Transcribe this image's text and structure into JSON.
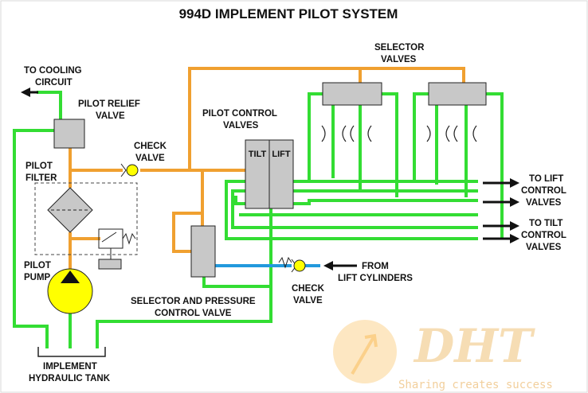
{
  "title": "994D IMPLEMENT PILOT SYSTEM",
  "labels": {
    "to_cooling": [
      "TO COOLING",
      "CIRCUIT"
    ],
    "pilot_relief": [
      "PILOT RELIEF",
      "VALVE"
    ],
    "check_valve_top": [
      "CHECK",
      "VALVE"
    ],
    "pilot_filter": [
      "PILOT",
      "FILTER"
    ],
    "pilot_pump": [
      "PILOT",
      "PUMP"
    ],
    "pilot_control": [
      "PILOT CONTROL",
      "VALVES"
    ],
    "selector_valves": [
      "SELECTOR",
      "VALVES"
    ],
    "tilt": "TILT",
    "lift": "LIFT",
    "to_lift": [
      "TO LIFT",
      "CONTROL",
      "VALVES"
    ],
    "to_tilt": [
      "TO TILT",
      "CONTROL",
      "VALVES"
    ],
    "from_lift": [
      "FROM",
      "LIFT CYLINDERS"
    ],
    "check_valve_bottom": [
      "CHECK",
      "VALVE"
    ],
    "selector_pressure": [
      "SELECTOR AND PRESSURE",
      "CONTROL VALVE"
    ],
    "tank": [
      "IMPLEMENT",
      "HYDRAULIC TANK"
    ]
  },
  "watermark": {
    "logo_text": "DHT",
    "slogan": "Sharing creates success"
  },
  "colors": {
    "supply": "#33dd33",
    "pilot": "#f0a030",
    "signal": "#2299dd",
    "valve": "#c8c8c8",
    "pump": "#ffff00"
  }
}
